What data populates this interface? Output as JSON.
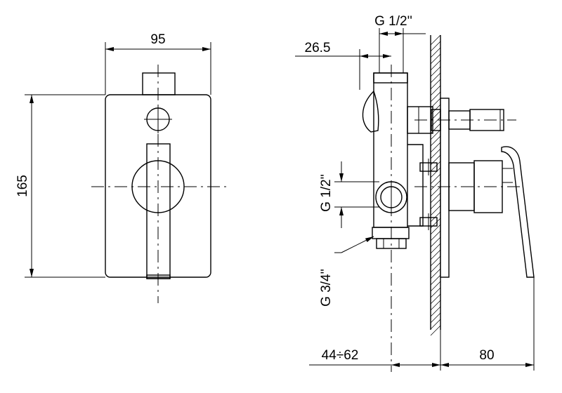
{
  "front_view": {
    "width_label": "95",
    "height_label": "165"
  },
  "side_view": {
    "top_thread_label": "G 1/2''",
    "offset_label": "26.5",
    "side_thread_label": "G 1/2''",
    "bottom_thread_label": "G 3/4''",
    "depth_range_label": "44÷62",
    "handle_depth_label": "80"
  }
}
